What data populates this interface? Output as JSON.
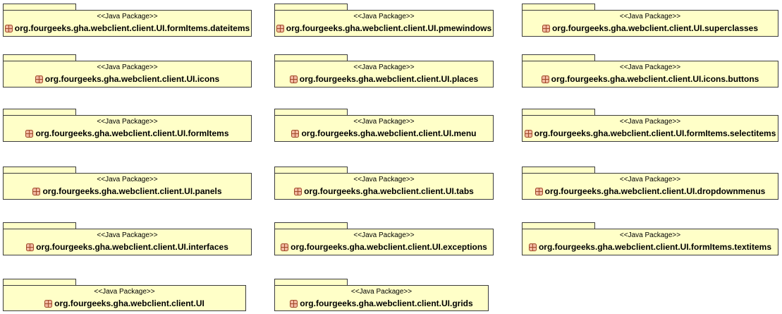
{
  "packages": [
    {
      "stereotype": "<<Java Package>>",
      "name": "org.fourgeeks.gha.webclient.client.UI.formItems.dateitems"
    },
    {
      "stereotype": "<<Java Package>>",
      "name": "org.fourgeeks.gha.webclient.client.UI.pmewindows"
    },
    {
      "stereotype": "<<Java Package>>",
      "name": "org.fourgeeks.gha.webclient.client.UI.superclasses"
    },
    {
      "stereotype": "<<Java Package>>",
      "name": "org.fourgeeks.gha.webclient.client.UI.icons"
    },
    {
      "stereotype": "<<Java Package>>",
      "name": "org.fourgeeks.gha.webclient.client.UI.places"
    },
    {
      "stereotype": "<<Java Package>>",
      "name": "org.fourgeeks.gha.webclient.client.UI.icons.buttons"
    },
    {
      "stereotype": "<<Java Package>>",
      "name": "org.fourgeeks.gha.webclient.client.UI.formItems"
    },
    {
      "stereotype": "<<Java Package>>",
      "name": "org.fourgeeks.gha.webclient.client.UI.menu"
    },
    {
      "stereotype": "<<Java Package>>",
      "name": "org.fourgeeks.gha.webclient.client.UI.formItems.selectitems"
    },
    {
      "stereotype": "<<Java Package>>",
      "name": "org.fourgeeks.gha.webclient.client.UI.panels"
    },
    {
      "stereotype": "<<Java Package>>",
      "name": "org.fourgeeks.gha.webclient.client.UI.tabs"
    },
    {
      "stereotype": "<<Java Package>>",
      "name": "org.fourgeeks.gha.webclient.client.UI.dropdownmenus"
    },
    {
      "stereotype": "<<Java Package>>",
      "name": "org.fourgeeks.gha.webclient.client.UI.interfaces"
    },
    {
      "stereotype": "<<Java Package>>",
      "name": "org.fourgeeks.gha.webclient.client.UI.exceptions"
    },
    {
      "stereotype": "<<Java Package>>",
      "name": "org.fourgeeks.gha.webclient.client.UI.formItems.textitems"
    },
    {
      "stereotype": "<<Java Package>>",
      "name": "org.fourgeeks.gha.webclient.client.UI"
    },
    {
      "stereotype": "<<Java Package>>",
      "name": "org.fourgeeks.gha.webclient.client.UI.grids"
    }
  ],
  "colors": {
    "fill": "#ffffc8",
    "border": "#3c3c3c",
    "icon_fill": "#f0b8a0",
    "icon_stroke": "#a04828"
  },
  "icon": "package-icon"
}
